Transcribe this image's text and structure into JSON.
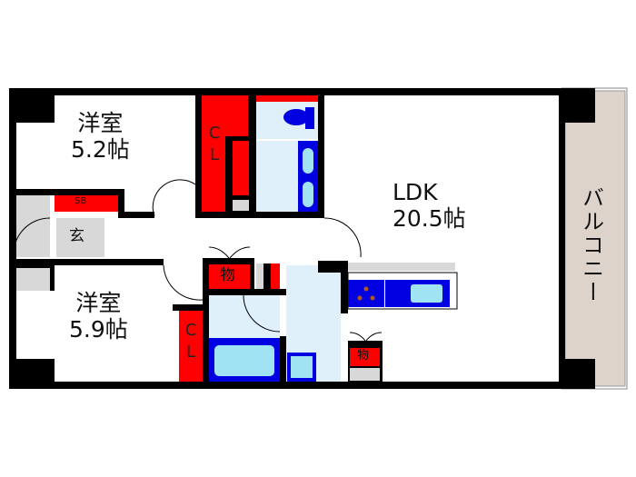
{
  "floorplan": {
    "rooms": {
      "western_room_1": {
        "name": "洋室",
        "size": "5.2帖"
      },
      "western_room_2": {
        "name": "洋室",
        "size": "5.9帖"
      },
      "ldk": {
        "name": "LDK",
        "size": "20.5帖"
      },
      "balcony": {
        "name": "バルコニー"
      },
      "entrance": {
        "name": "玄"
      },
      "shoe_box": {
        "name": "SB"
      },
      "closet_1": {
        "line1": "C",
        "line2": "L"
      },
      "closet_2": {
        "line1": "C",
        "line2": "L"
      },
      "storage_1": {
        "name": "物"
      },
      "storage_2": {
        "name": "物"
      }
    },
    "colors": {
      "wall": "#000000",
      "storage": "#ff0000",
      "wet_area": "#e0f0fb",
      "fixture": "#0000e0",
      "fixture_inner": "#a0e4f4",
      "entrance": "#d8d8d8",
      "balcony": "#ddd3cb"
    }
  }
}
